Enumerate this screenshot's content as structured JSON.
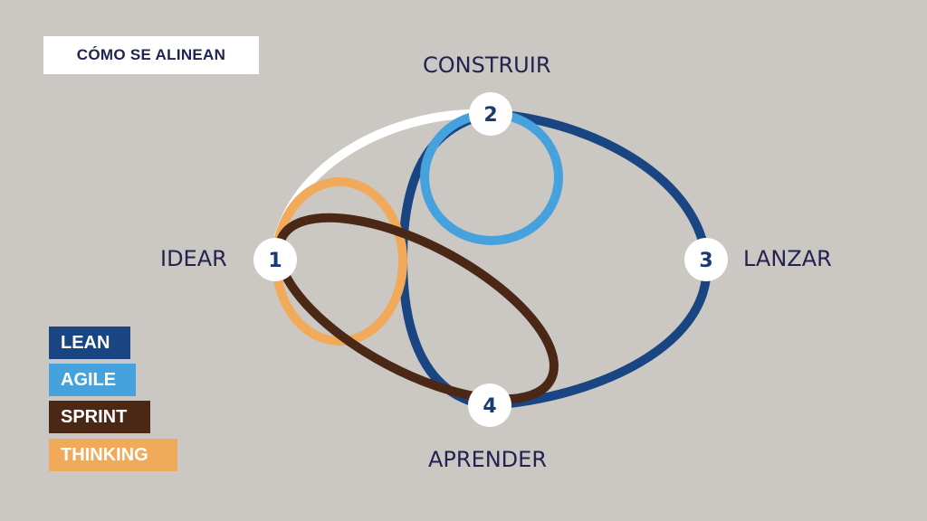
{
  "title": "CÓMO SE ALINEAN",
  "stages": {
    "construir": "CONSTRUIR",
    "idear": "IDEAR",
    "lanzar": "LANZAR",
    "aprender": "APRENDER"
  },
  "nodes": [
    "1",
    "2",
    "3",
    "4"
  ],
  "legend": {
    "lean": "LEAN",
    "agile": "AGILE",
    "sprint": "SPRINT",
    "thinking": "THINKING"
  },
  "colors": {
    "background": "#cbc8c4",
    "lean": "#1a4583",
    "agile": "#46a2dc",
    "sprint": "#4b2716",
    "thinking": "#f1aa5a",
    "arc": "#ffffff",
    "text": "#23234f"
  }
}
